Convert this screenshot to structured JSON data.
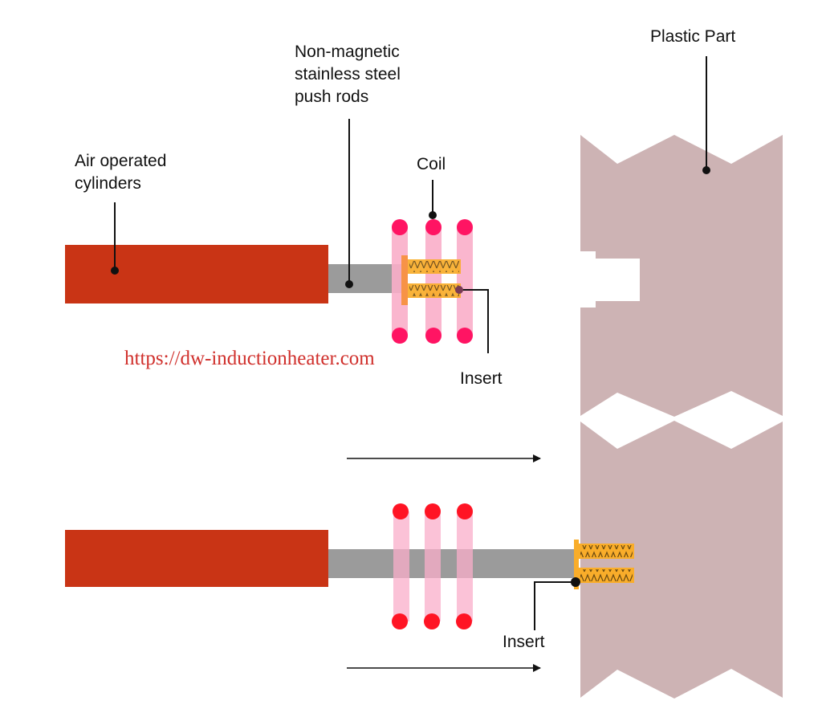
{
  "labels": {
    "plastic_part": "Plastic Part",
    "push_rods": [
      "Non-magnetic",
      "stainless steel",
      "push rods"
    ],
    "cylinders": [
      "Air operated",
      "cylinders"
    ],
    "coil": "Coil",
    "insert_top": "Insert",
    "insert_bottom": "Insert"
  },
  "watermark": "https://dw-inductionheater.com",
  "colors": {
    "cylinder": "#c93415",
    "rod": "#9b9b9b",
    "coil_bar": "#f9aec9",
    "coil_dot_top": "#ff1463",
    "coil_dot_bottom_stage": "#ff1424",
    "insert": "#f9ad2a",
    "insert_flange": "#f7913c",
    "plastic": "#cdb3b4",
    "leader": "#111111",
    "watermark": "#d0302c"
  },
  "stages": [
    {
      "name": "before-insertion",
      "direction": "right"
    },
    {
      "name": "after-insertion",
      "direction": "right"
    }
  ]
}
